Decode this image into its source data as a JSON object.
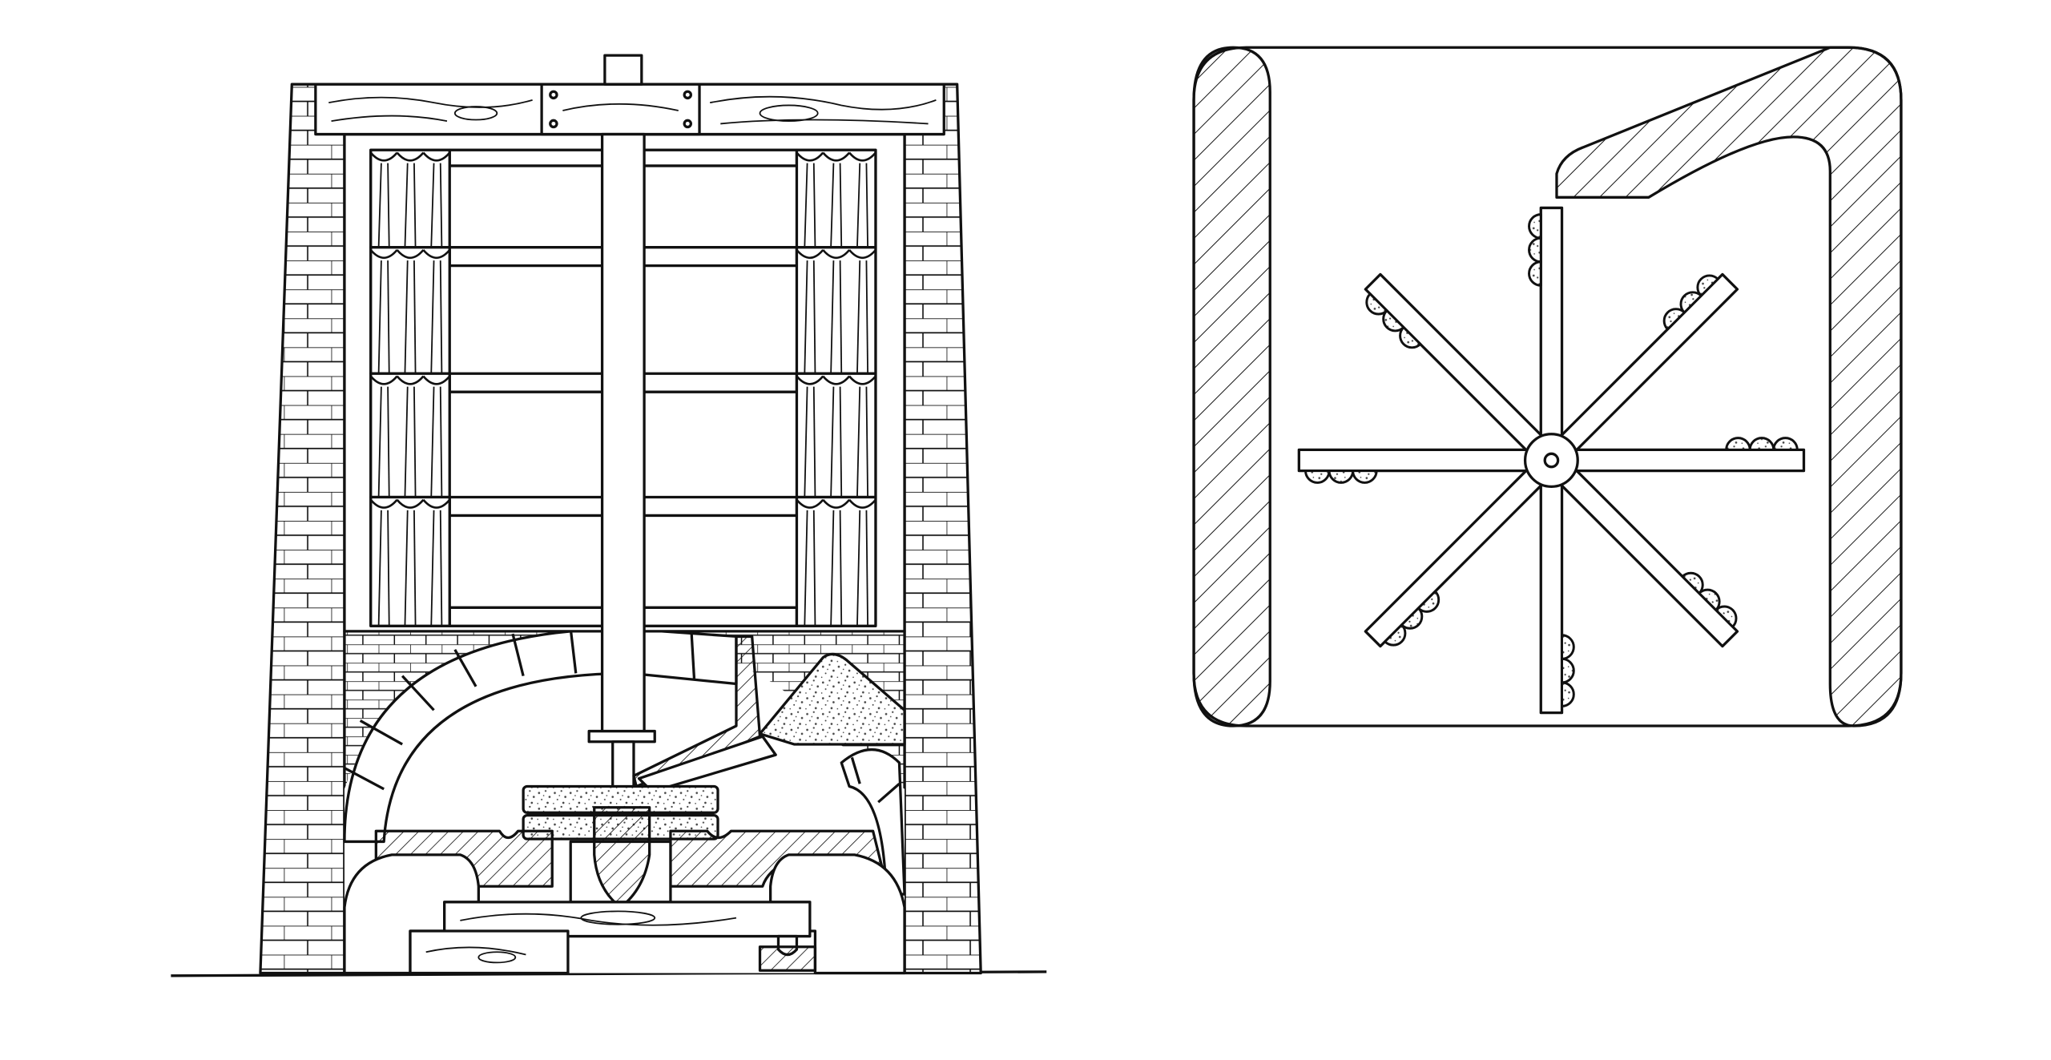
{
  "diagram": {
    "views": [
      {
        "id": "elevation",
        "description_shown": ""
      },
      {
        "id": "plan",
        "description_shown": ""
      }
    ],
    "wheel": {
      "blades": 8,
      "ribs_per_blade": 3
    }
  },
  "colors": {
    "line": "#111111",
    "paper": "#ffffff",
    "stipple": "#444444"
  }
}
